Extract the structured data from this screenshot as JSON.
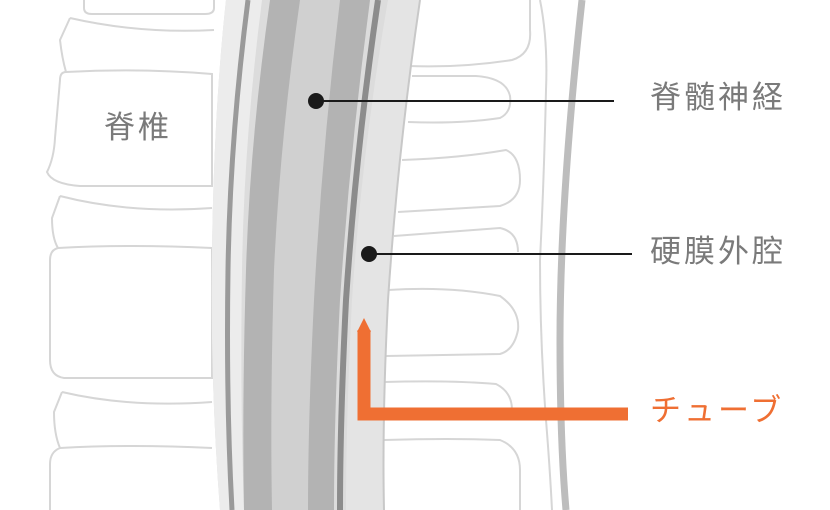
{
  "labels": {
    "vertebra": "脊椎",
    "spinal_cord": "脊髄神経",
    "epidural_space": "硬膜外腔",
    "tube": "チューブ"
  },
  "colors": {
    "text": "#7a7a7a",
    "tube": "#ef6f33",
    "leader": "#1a1a1a",
    "vertebra_outline": "#d6d6d6",
    "canal_outer": "#dcdcdc",
    "canal_mid": "#c4c4c4",
    "canal_dark": "#9a9a9a",
    "cord": "#b3b3b3"
  }
}
